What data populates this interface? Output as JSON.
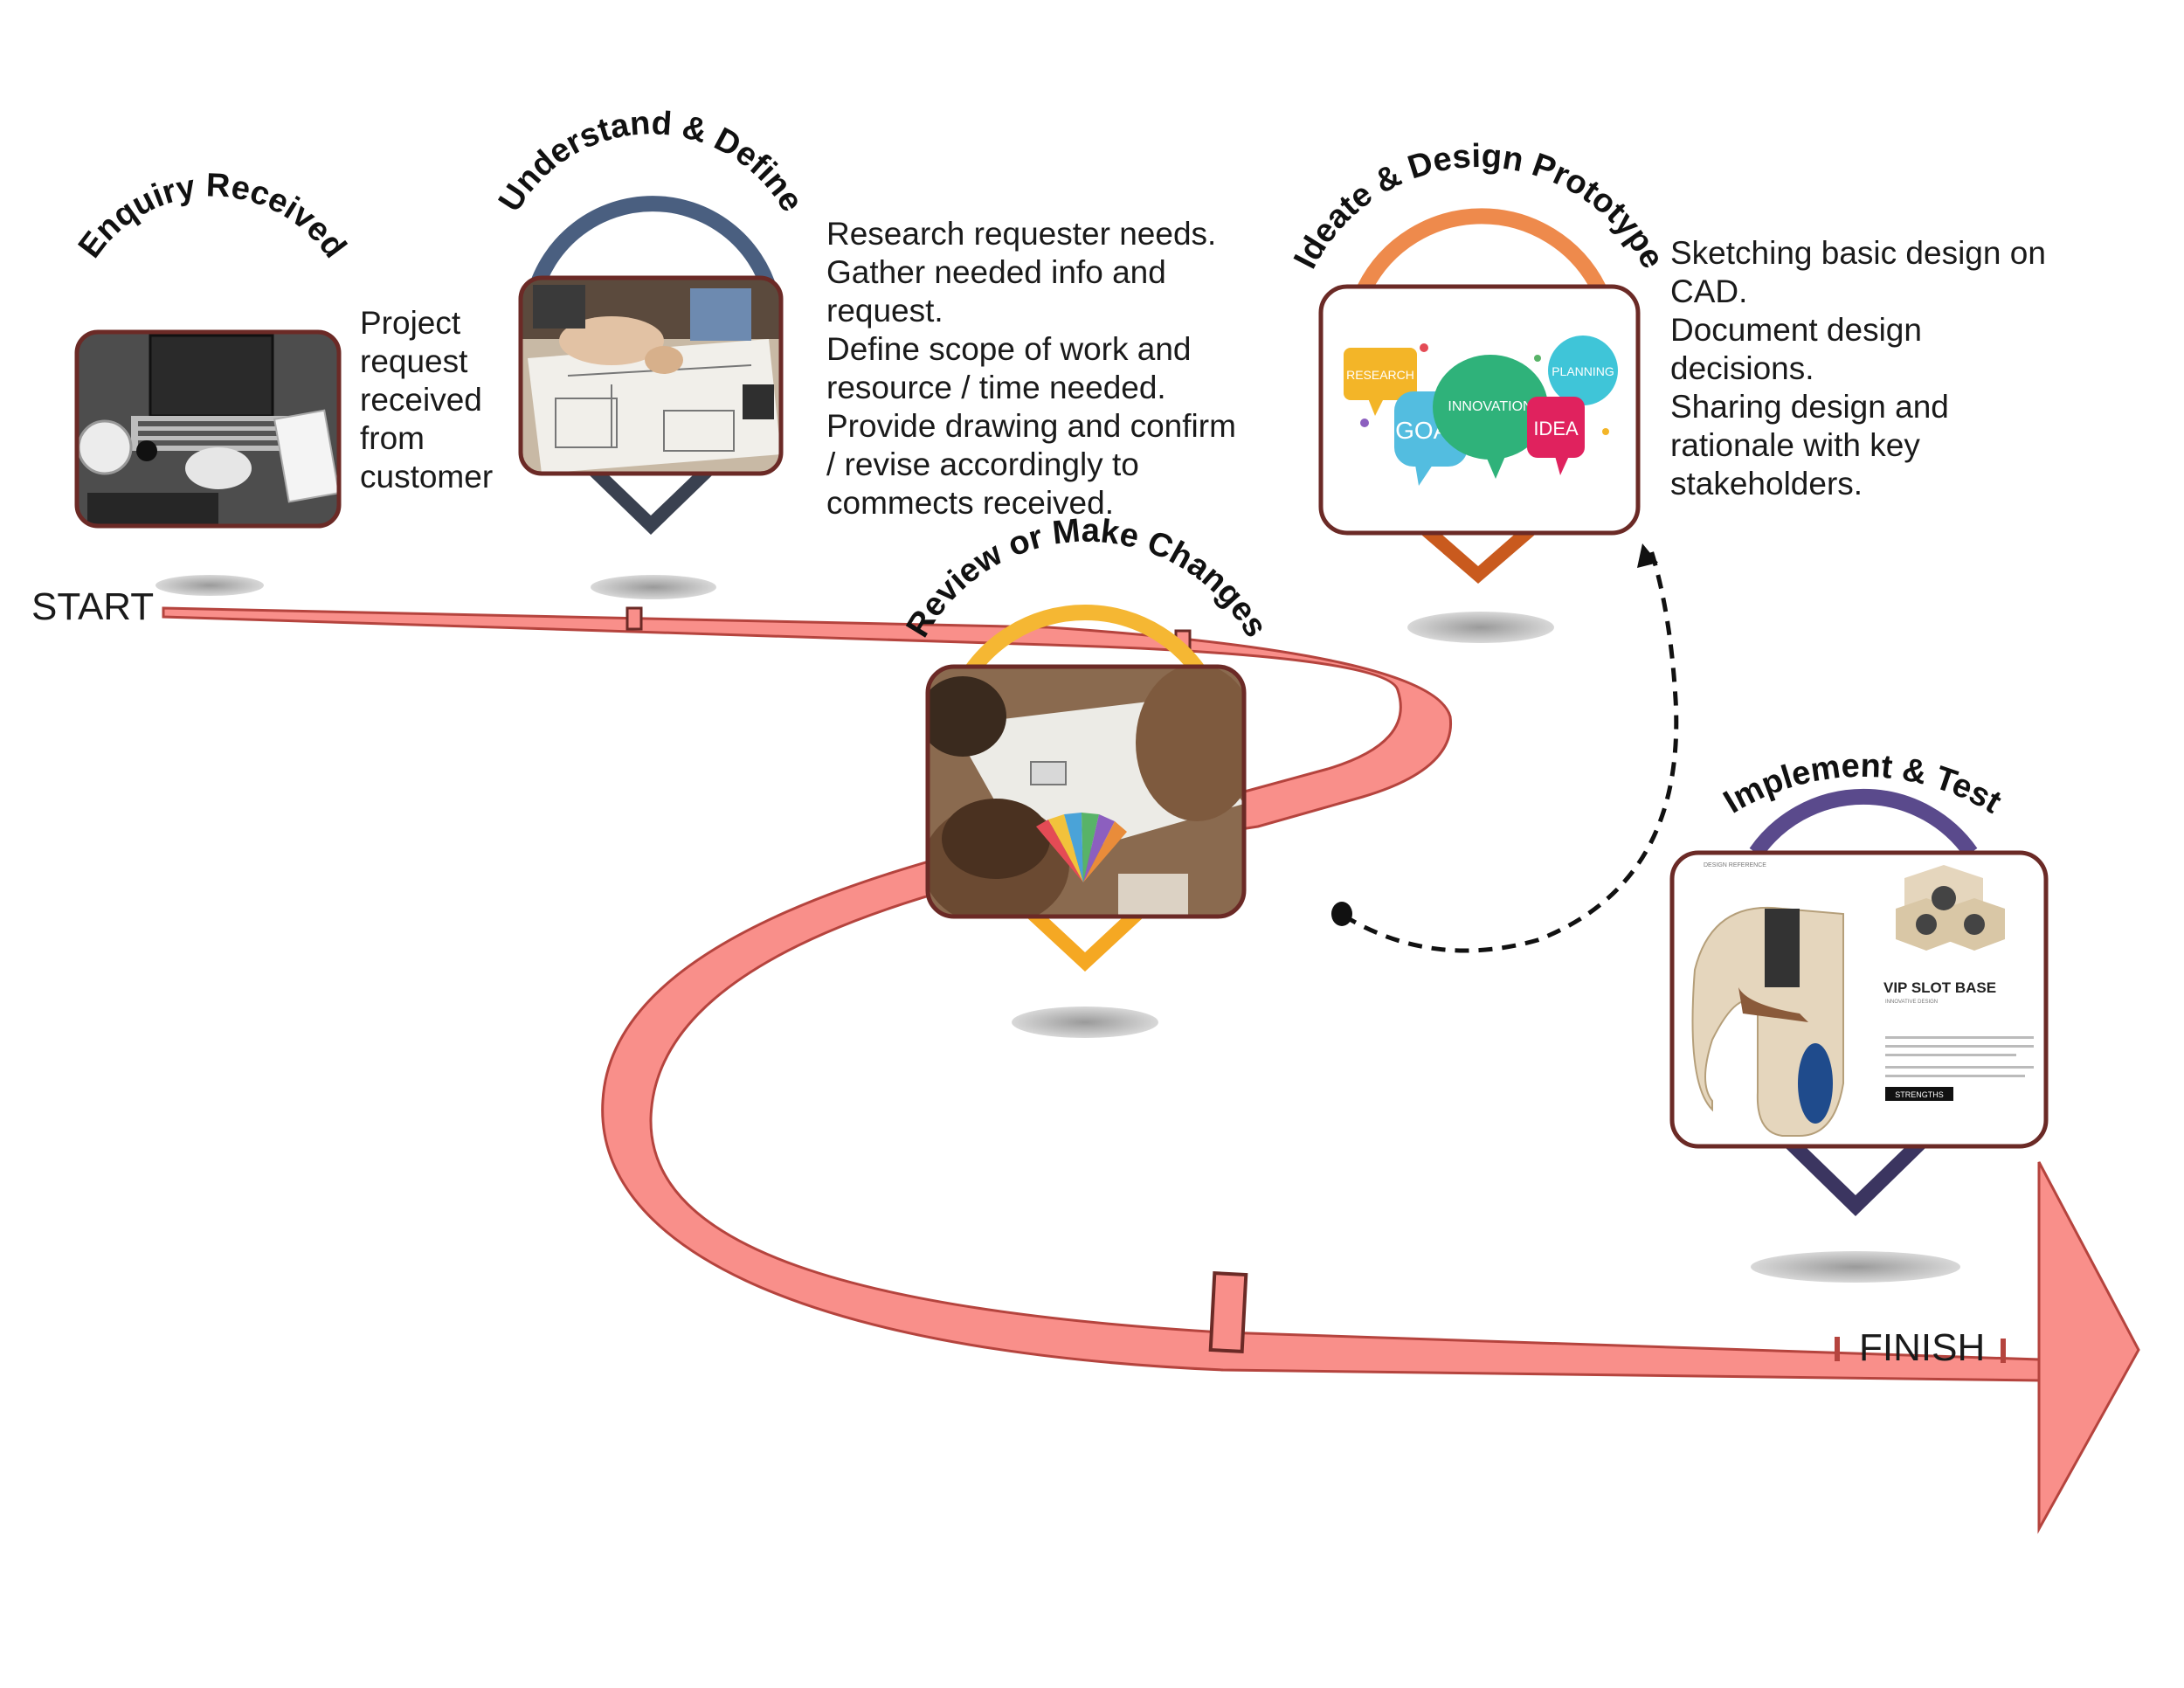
{
  "start_label": "START",
  "finish_label": "FINISH",
  "steps": [
    {
      "title": "Enquiry Received",
      "lines": [
        "Project",
        "request",
        "received",
        "from",
        "customer"
      ],
      "color": "#8a8a8a",
      "picture": "laptop-desk-photo"
    },
    {
      "title": "Understand & Define",
      "lines": [
        "Research requester needs.",
        "Gather needed info and",
        "request.",
        "Define scope of work and",
        "resource / time needed.",
        "Provide drawing and confirm",
        "/ revise accordingly to",
        "commects received."
      ],
      "color": "#4a5f80",
      "picture": "floor-plan-team-photo"
    },
    {
      "title": "Review or Make Changes",
      "lines": [],
      "color": "#f5b733",
      "picture": "design-review-team-photo"
    },
    {
      "title": "Ideate & Design Prototype",
      "lines": [
        "Sketching basic design on",
        "CAD.",
        "Document design",
        "decisions.",
        "Sharing design and",
        "rationale with key",
        "stakeholders."
      ],
      "color": "#d86b2c",
      "picture": "idea-speech-bubbles-graphic"
    },
    {
      "title": "Implement & Test",
      "lines": [],
      "color": "#3b3560",
      "picture": "vip-slot-base-design-sheet"
    }
  ],
  "bubbles": {
    "research": "RESEARCH",
    "planning": "PLANNING",
    "goal": "GOAL",
    "innovation": "INNOVATION",
    "idea": "IDEA"
  },
  "design_sheet": {
    "header": "DESIGN REFERENCE",
    "title": "VIP SLOT BASE",
    "subtitle": "INNOVATIVE DESIGN",
    "button": "STRENGTHS"
  },
  "colors": {
    "road": "#f98f8a",
    "road_edge": "#b5443e",
    "frame": "#6b2a26"
  }
}
